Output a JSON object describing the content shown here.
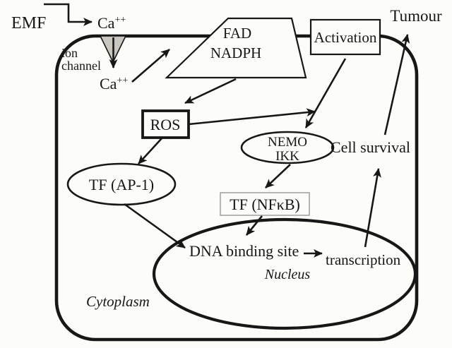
{
  "figure": {
    "title": "EMF signalling pathway cell diagram",
    "colors": {
      "ink": "#171717",
      "background": "#fcfcf9",
      "channel_fill": "#c9c6c0",
      "nfkb_box_border": "#909090"
    }
  },
  "labels": {
    "emf": "EMF",
    "ca_extracellular": {
      "base": "Ca",
      "sup": "++"
    },
    "ca_intracellular": {
      "base": "Ca",
      "sup": "++"
    },
    "ion_channel": {
      "line1": "ion",
      "line2": "channel"
    },
    "fad_nadph": {
      "line1": "FAD",
      "line2": "NADPH"
    },
    "activation": "Activation",
    "tumour": "Tumour",
    "ros": "ROS",
    "nemo_ikk": {
      "line1": "NEMO",
      "line2": "IKK"
    },
    "cell_survival": "Cell survival",
    "tf_ap1": "TF (AP-1)",
    "tf_nfkb": "TF (NFκB)",
    "dna_binding_site": "DNA binding site",
    "transcription": "transcription",
    "nucleus": "Nucleus",
    "cytoplasm": "Cytoplasm"
  }
}
